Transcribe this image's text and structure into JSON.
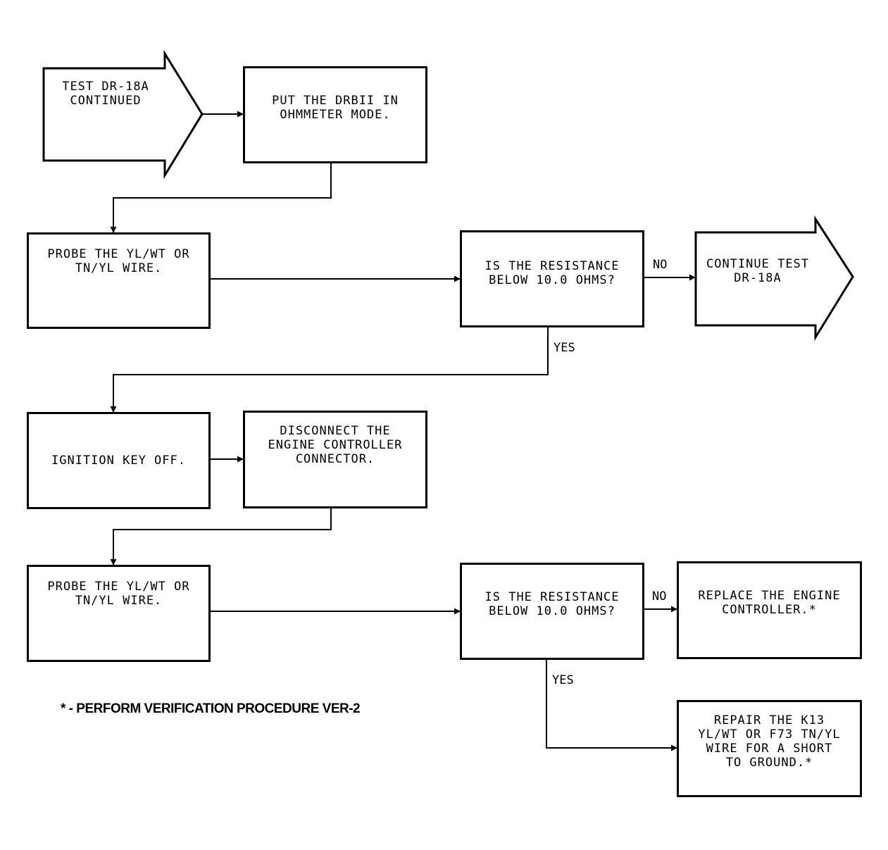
{
  "nodes": {
    "start": "TEST DR-18A\nCONTINUED",
    "put_ohmmeter": "PUT THE DRBII IN\nOHMMETER MODE.",
    "probe_1": "PROBE THE YL/WT OR\nTN/YL WIRE.",
    "decision_1": "IS THE RESISTANCE\nBELOW 10.0 OHMS?",
    "continue_test": "CONTINUE TEST\nDR-18A",
    "ignition_off": "IGNITION KEY OFF.",
    "disconnect": "DISCONNECT THE\nENGINE CONTROLLER\nCONNECTOR.",
    "probe_2": "PROBE THE YL/WT OR\nTN/YL WIRE.",
    "decision_2": "IS THE RESISTANCE\nBELOW 10.0 OHMS?",
    "replace_controller": "REPLACE THE ENGINE\nCONTROLLER.*",
    "repair_wire": "REPAIR THE K13\nYL/WT OR F73 TN/YL\nWIRE FOR A SHORT\nTO GROUND.*"
  },
  "edge_labels": {
    "decision_1_no": "NO",
    "decision_1_yes": "YES",
    "decision_2_no": "NO",
    "decision_2_yes": "YES"
  },
  "footnote": "* - PERFORM VERIFICATION PROCEDURE VER-2"
}
